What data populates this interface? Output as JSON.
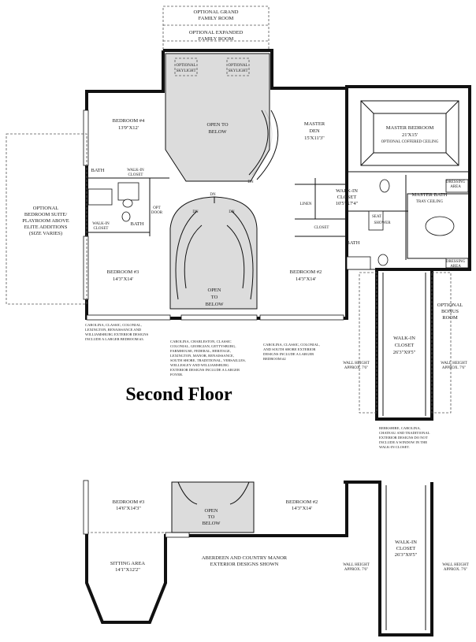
{
  "title": "Second Floor",
  "upper": {
    "optional_grand": [
      "OPTIONAL GRAND",
      "FAMILY ROOM"
    ],
    "optional_expanded": [
      "OPTIONAL EXPANDED",
      "FAMILY ROOM"
    ],
    "skylight_left": [
      "OPTIONAL",
      "SKYLIGHT"
    ],
    "skylight_right": [
      "OPTIONAL",
      "SKYLIGHT"
    ],
    "open_to_below_top": [
      "OPEN TO",
      "BELOW"
    ],
    "bedroom4": [
      "BEDROOM #4",
      "13'9\"X12'"
    ],
    "master_den": [
      "MASTER",
      "DEN",
      "15'X11'3\""
    ],
    "master_bedroom": [
      "MASTER BEDROOM",
      "21'X15'",
      "OPTIONAL COFFERED CEILING"
    ],
    "optional_suite": [
      "OPTIONAL",
      "BEDROOM SUITE/",
      "PLAYROOM ABOVE",
      "ELITE ADDITIONS",
      "(SIZE VARIES)"
    ],
    "bath": "BATH",
    "walk_in_closet_small": [
      "WALK-IN",
      "CLOSET"
    ],
    "walk_in_closet_master": [
      "WALK-IN",
      "CLOSET",
      "10'5\"X7'4\""
    ],
    "linen": "LINEN",
    "closet": "CLOSET",
    "seat_shower": [
      "SEAT",
      "SHOWER"
    ],
    "master_bath": [
      "MASTER BATH",
      "TRAY CEILING"
    ],
    "dressing_area": [
      "DRESSING",
      "AREA"
    ],
    "opt_door": [
      "OPT",
      "DOOR"
    ],
    "dn": "DN",
    "bedroom3": [
      "BEDROOM #3",
      "14'3\"X14'"
    ],
    "open_to_below_mid": [
      "OPEN",
      "TO",
      "BELOW"
    ],
    "bedroom2": [
      "BEDROOM #2",
      "14'3\"X14'"
    ],
    "walk_in_closet_large": [
      "WALK-IN",
      "CLOSET",
      "26'3\"X9'5\""
    ],
    "optional_bonus": [
      "OPTIONAL",
      "BONUS",
      "ROOM"
    ],
    "wall_height": [
      "WALL HEIGHT",
      "APPROX. 7'6\""
    ],
    "note_left": [
      "CAROLINA, CLASSIC, COLONIAL,",
      "LEXINGTON, RENAISSANCE AND",
      "WILLIAMSBURG EXTERIOR DESIGNS",
      "INCLUDE A LARGER BEDROOM #3."
    ],
    "note_center": [
      "CAROLINA, CHARLESTON, CLASSIC",
      "COLONIAL, GEORGIAN, GETTYSBURG,",
      "FARMHOUSE, FEDERAL, HERITAGE,",
      "LEXINGTON, MANOR, RENAISSANCE,",
      "SOUTH SHORE, TRADITIONAL, VERSAILLES,",
      "WELLESLEY AND WILLIAMSBURG",
      "EXTERIOR DESIGNS INCLUDE A LARGER",
      "FOYER."
    ],
    "note_right": [
      "CAROLINA, CLASSIC, COLONIAL,",
      "AND SOUTH SHORE EXTERIOR",
      "DESIGNS INCLUDE A LARGER",
      "BEDROOM #2"
    ],
    "note_closet": [
      "BERKSHIRE, CAROLINA,",
      "CHATEAU AND TRADITIONAL",
      "EXTERIOR DESIGNS DO NOT",
      "INCLUDE A WINDOW IN THE",
      "WALK-IN CLOSET."
    ]
  },
  "lower": {
    "bedroom3": [
      "BEDROOM #3",
      "14'6\"X14'3\""
    ],
    "open_to_below": [
      "OPEN",
      "TO",
      "BELOW"
    ],
    "bedroom2": [
      "BEDROOM #2",
      "14'3\"X14'"
    ],
    "sitting_area": [
      "SITTING AREA",
      "14'1\"X12'2\""
    ],
    "exterior_note": [
      "ABERDEEN AND COUNTRY MANOR",
      "EXTERIOR DESIGNS SHOWN"
    ],
    "walk_in_closet": [
      "WALK-IN",
      "CLOSET",
      "26'3\"X9'5\""
    ],
    "wall_height": [
      "WALL HEIGHT",
      "APPROX. 7'6\""
    ]
  }
}
